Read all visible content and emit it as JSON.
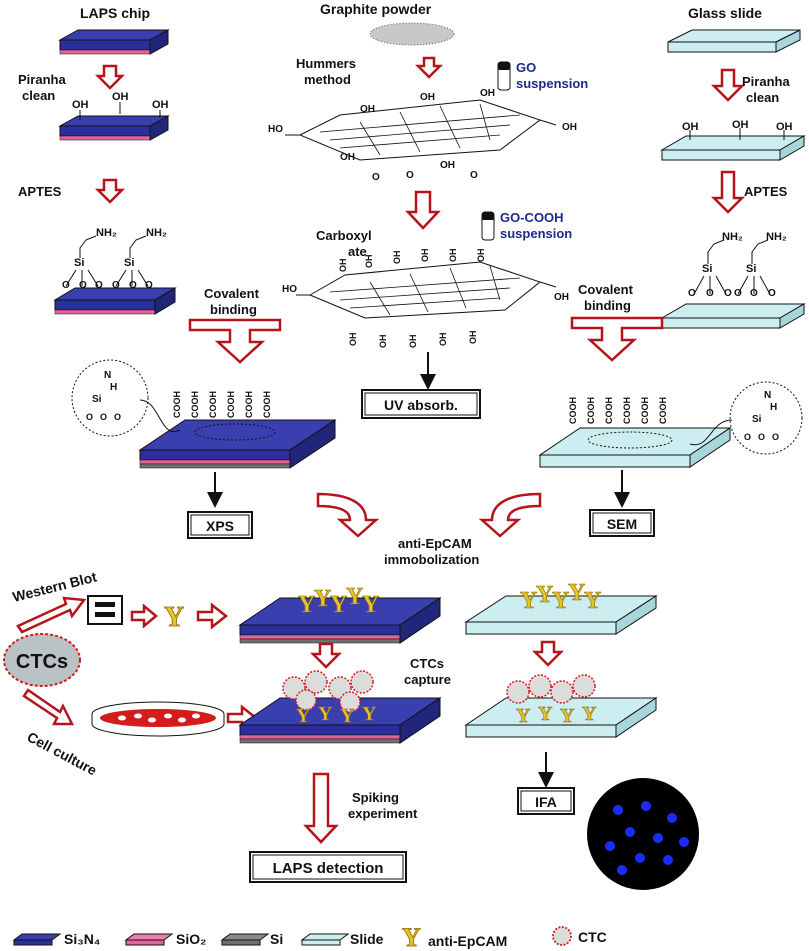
{
  "labels": {
    "laps_chip": "LAPS chip",
    "graphite_powder": "Graphite powder",
    "glass_slide": "Glass slide",
    "piranha_left": "Piranha",
    "clean_left": "clean",
    "piranha_right": "Piranha",
    "clean_right": "clean",
    "hummers": "Hummers",
    "method": "method",
    "go": "GO",
    "suspension1": "suspension",
    "go_cooh": "GO-COOH",
    "suspension2": "suspension",
    "aptes_left": "APTES",
    "aptes_right": "APTES",
    "carboxyl": "Carboxyl",
    "ate": "ate",
    "covalent_left": "Covalent",
    "binding_left": "binding",
    "covalent_right": "Covalent",
    "binding_right": "binding",
    "anti_epcam_immob1": "anti-EpCAM",
    "anti_epcam_immob2": "immobolization",
    "western_blot": "Western Blot",
    "ctcs": "CTCs",
    "ctcs_capture1": "CTCs",
    "ctcs_capture2": "capture",
    "cell_culture": "Cell culture",
    "spiking1": "Spiking",
    "spiking2": "experiment",
    "y_glyph": "Y"
  },
  "boxes": {
    "uv": "UV absorb.",
    "xps": "XPS",
    "sem": "SEM",
    "ifa": "IFA",
    "laps_detection": "LAPS detection"
  },
  "chem": {
    "oh": "OH",
    "ho": "HO",
    "nh2": "NH₂",
    "si": "Si",
    "o": "O",
    "cooh": "COOH",
    "n": "N",
    "h": "H"
  },
  "legend": {
    "si3n4": "Si₃N₄",
    "sio2": "SiO₂",
    "si": "Si",
    "slide": "Slide",
    "anti_epcam": "anti-EpCAM",
    "ctc": "CTC",
    "y": "Y"
  },
  "colors": {
    "si3n4": "#2b2f9e",
    "sio2": "#e8629a",
    "si": "#707070",
    "slide": "#cdeef0",
    "arrow": "#b5141a",
    "antibody": "#e8c22a",
    "ctc_fill": "#dcdcdc",
    "ctc_border": "#d31c1c",
    "text_blue": "#1c2a8c"
  }
}
